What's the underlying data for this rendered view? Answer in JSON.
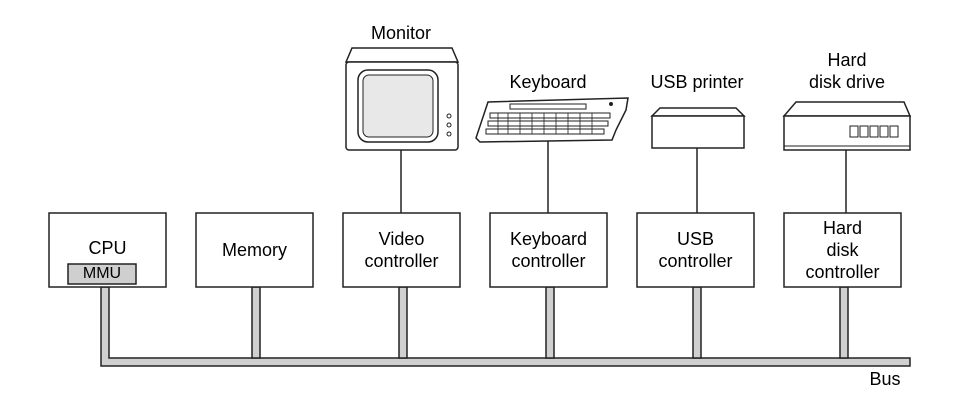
{
  "cpu": {
    "label": "CPU",
    "mmu_label": "MMU"
  },
  "memory": {
    "label": "Memory"
  },
  "video": {
    "line1": "Video",
    "line2": "controller"
  },
  "keyboard_ctrl": {
    "line1": "Keyboard",
    "line2": "controller"
  },
  "usb_ctrl": {
    "line1": "USB",
    "line2": "controller"
  },
  "disk_ctrl": {
    "line1": "Hard",
    "line2": "disk",
    "line3": "controller"
  },
  "devices": {
    "monitor": "Monitor",
    "keyboard": "Keyboard",
    "printer": "USB printer",
    "disk_line1": "Hard",
    "disk_line2": "disk drive"
  },
  "bus": {
    "label": "Bus"
  },
  "colors": {
    "bus_fill": "#d0d0d0",
    "mmu_fill": "#cfcfcf",
    "stroke": "#222222"
  }
}
